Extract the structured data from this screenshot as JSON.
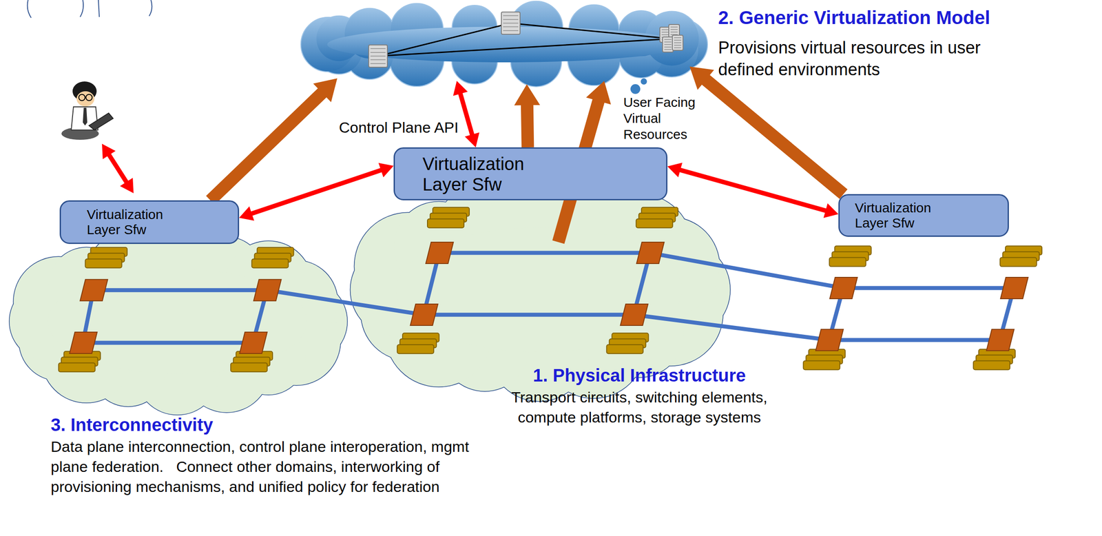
{
  "diagram": {
    "nodes": [
      {
        "text": [
          "2. Generic Virtualization Model",
          "Provisions virtual resources in user defined environments"
        ]
      },
      {
        "text": [
          "Virtualization Layer Sfw"
        ]
      },
      {
        "text": [
          "Virtualization Layer Sfw"
        ]
      },
      {
        "text": [
          "Virtualization Layer Sfw"
        ]
      },
      {
        "text": [
          "3. Interconnectivity",
          "Data plane interconnection, control plane interoperation, mgmt plane federation.   Connect other domains, interworking of provisioning mechanisms, and unified policy for federation"
        ]
      },
      {
        "text": [
          "1. Physical Infrastructure",
          "Transport circuits, switching elements, compute platforms, storage systems"
        ]
      }
    ],
    "edges": [
      {
        "from": 1,
        "to": 0,
        "arrow": "to"
      },
      {
        "from": 2,
        "to": 0,
        "arrow": "to"
      },
      {
        "from": 5,
        "to": 0,
        "arrow": "to"
      },
      {
        "from": 3,
        "to": 0,
        "arrow": "to"
      },
      {
        "from": 2,
        "to": 0,
        "arrow": "both",
        "label": "Control Plane API"
      },
      {
        "from": 1,
        "to": 2,
        "arrow": "both"
      },
      {
        "from": 2,
        "to": 3,
        "arrow": "both"
      }
    ],
    "labels": [
      "User Facing Virtual Resources"
    ]
  }
}
